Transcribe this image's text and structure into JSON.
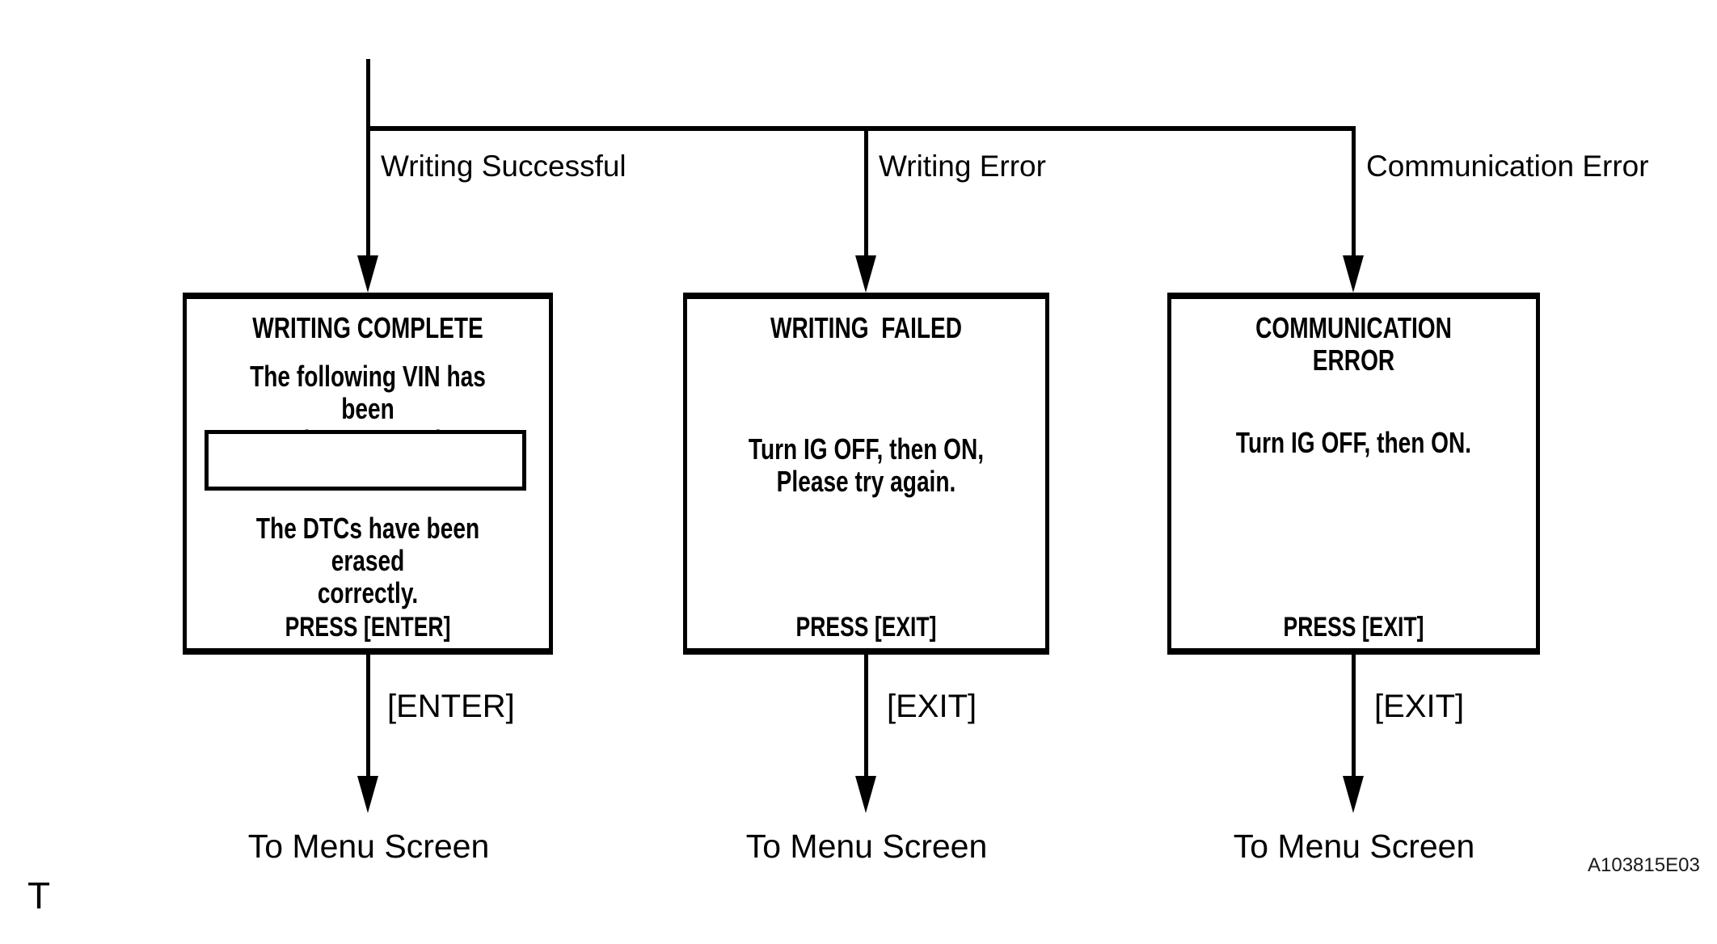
{
  "figure": {
    "corner_mark": "T",
    "figure_code": "A103815E03",
    "line_color": "#000000",
    "background_color": "#ffffff"
  },
  "branches": [
    {
      "condition": "Writing Successful",
      "screen": {
        "title": "WRITING COMPLETE",
        "paragraph1": "The following VIN has been\nwritten correctly.",
        "paragraph2": "The DTCs have been erased\ncorrectly.",
        "press_instruction": "PRESS [ENTER]"
      },
      "key_label": "[ENTER]",
      "destination": "To Menu Screen"
    },
    {
      "condition": "Writing Error",
      "screen": {
        "title": "WRITING  FAILED",
        "message": "Turn IG OFF, then ON,\nPlease try again.",
        "press_instruction": "PRESS [EXIT]"
      },
      "key_label": "[EXIT]",
      "destination": "To Menu Screen"
    },
    {
      "condition": "Communication Error",
      "screen": {
        "title": "COMMUNICATION ERROR",
        "message": "Turn IG OFF, then ON.",
        "press_instruction": "PRESS [EXIT]"
      },
      "key_label": "[EXIT]",
      "destination": "To Menu Screen"
    }
  ]
}
